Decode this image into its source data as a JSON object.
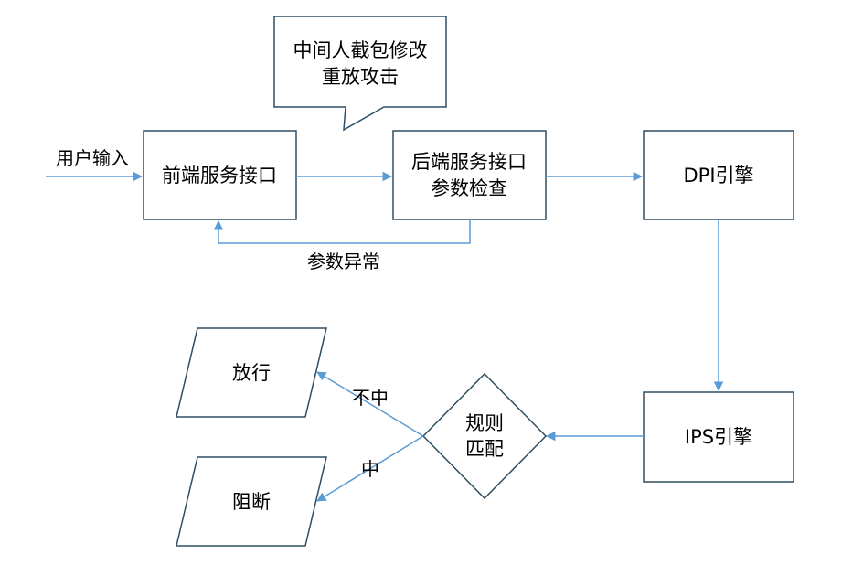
{
  "diagram": {
    "input_label": "用户输入",
    "frontend_interface": "前端服务接口",
    "backend_interface_line1": "后端服务接口",
    "backend_interface_line2": "参数检查",
    "dpi_engine": "DPI引擎",
    "ips_engine": "IPS引擎",
    "callout_line1": "中间人截包修改",
    "callout_line2": "重放攻击",
    "param_error_label": "参数异常",
    "rule_match_line1": "规则",
    "rule_match_line2": "匹配",
    "allow": "放行",
    "block": "阻断",
    "not_match_label": "不中",
    "match_label": "中"
  },
  "colors": {
    "box_border": "#2e4e63",
    "arrow": "#5b9bd5",
    "text": "#000000"
  }
}
